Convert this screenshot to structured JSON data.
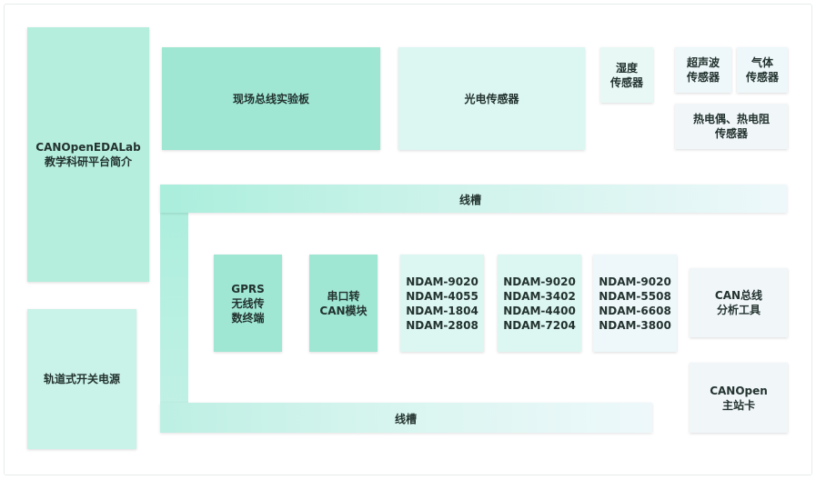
{
  "platform_intro": "CANOpenEDALab\n教学科研平台简介",
  "rail_power": "轨道式开关电源",
  "fieldbus_board": "现场总线实验板",
  "photo_sensor": "光电传感器",
  "humidity_sensor": "湿度\n传感器",
  "ultrasonic_sensor": "超声波\n传感器",
  "gas_sensor": "气体\n传感器",
  "thermo_sensor": "热电偶、热电阻\n传感器",
  "trough_top_label": "线槽",
  "trough_bottom_label": "线槽",
  "gprs_terminal": "GPRS\n无线传\n数终端",
  "serial_can": "串口转\nCAN模块",
  "ndam_groups": [
    "NDAM-9020\nNDAM-4055\nNDAM-1804\nNDAM-2808",
    "NDAM-9020\nNDAM-3402\nNDAM-4400\nNDAM-7204",
    "NDAM-9020\nNDAM-5508\nNDAM-6608\nNDAM-3800"
  ],
  "can_analyzer": "CAN总线\n分析工具",
  "canopen_master": "CANOpen\n主站卡"
}
